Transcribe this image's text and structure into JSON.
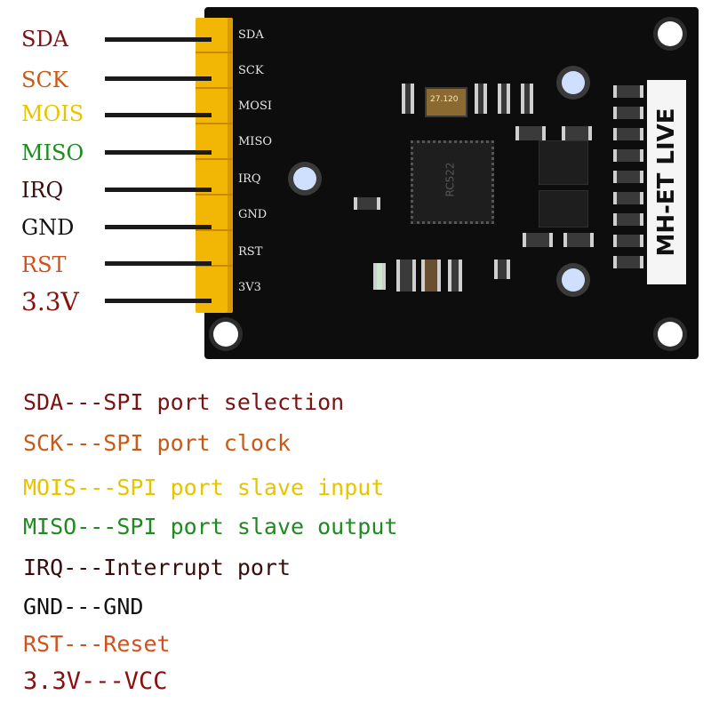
{
  "colors": {
    "sda": "#7a1313",
    "sck": "#c75a16",
    "mois": "#e8c400",
    "miso": "#1f8a1f",
    "irq": "#3a0d0d",
    "gnd": "#111111",
    "rst": "#d2501c",
    "vcc": "#8a1010",
    "header": "#f2b705",
    "board": "#0d0d0d"
  },
  "pin_labels": [
    "SDA",
    "SCK",
    "MOIS",
    "MISO",
    "IRQ",
    "GND",
    "RST",
    "3.3V"
  ],
  "silkscreen": [
    "SDA",
    "SCK",
    "MOSI",
    "MISO",
    "IRQ",
    "GND",
    "RST",
    "3V3"
  ],
  "board": {
    "brand": "MH-ET LIVE",
    "crystal_text": "27.120",
    "chip_text": "RC522"
  },
  "descriptions": [
    "SDA---SPI port selection",
    "SCK---SPI port clock",
    "MOIS---SPI port slave input",
    "MISO---SPI port slave output",
    "IRQ---Interrupt port",
    "GND---GND",
    "RST---Reset",
    "3.3V---VCC"
  ]
}
